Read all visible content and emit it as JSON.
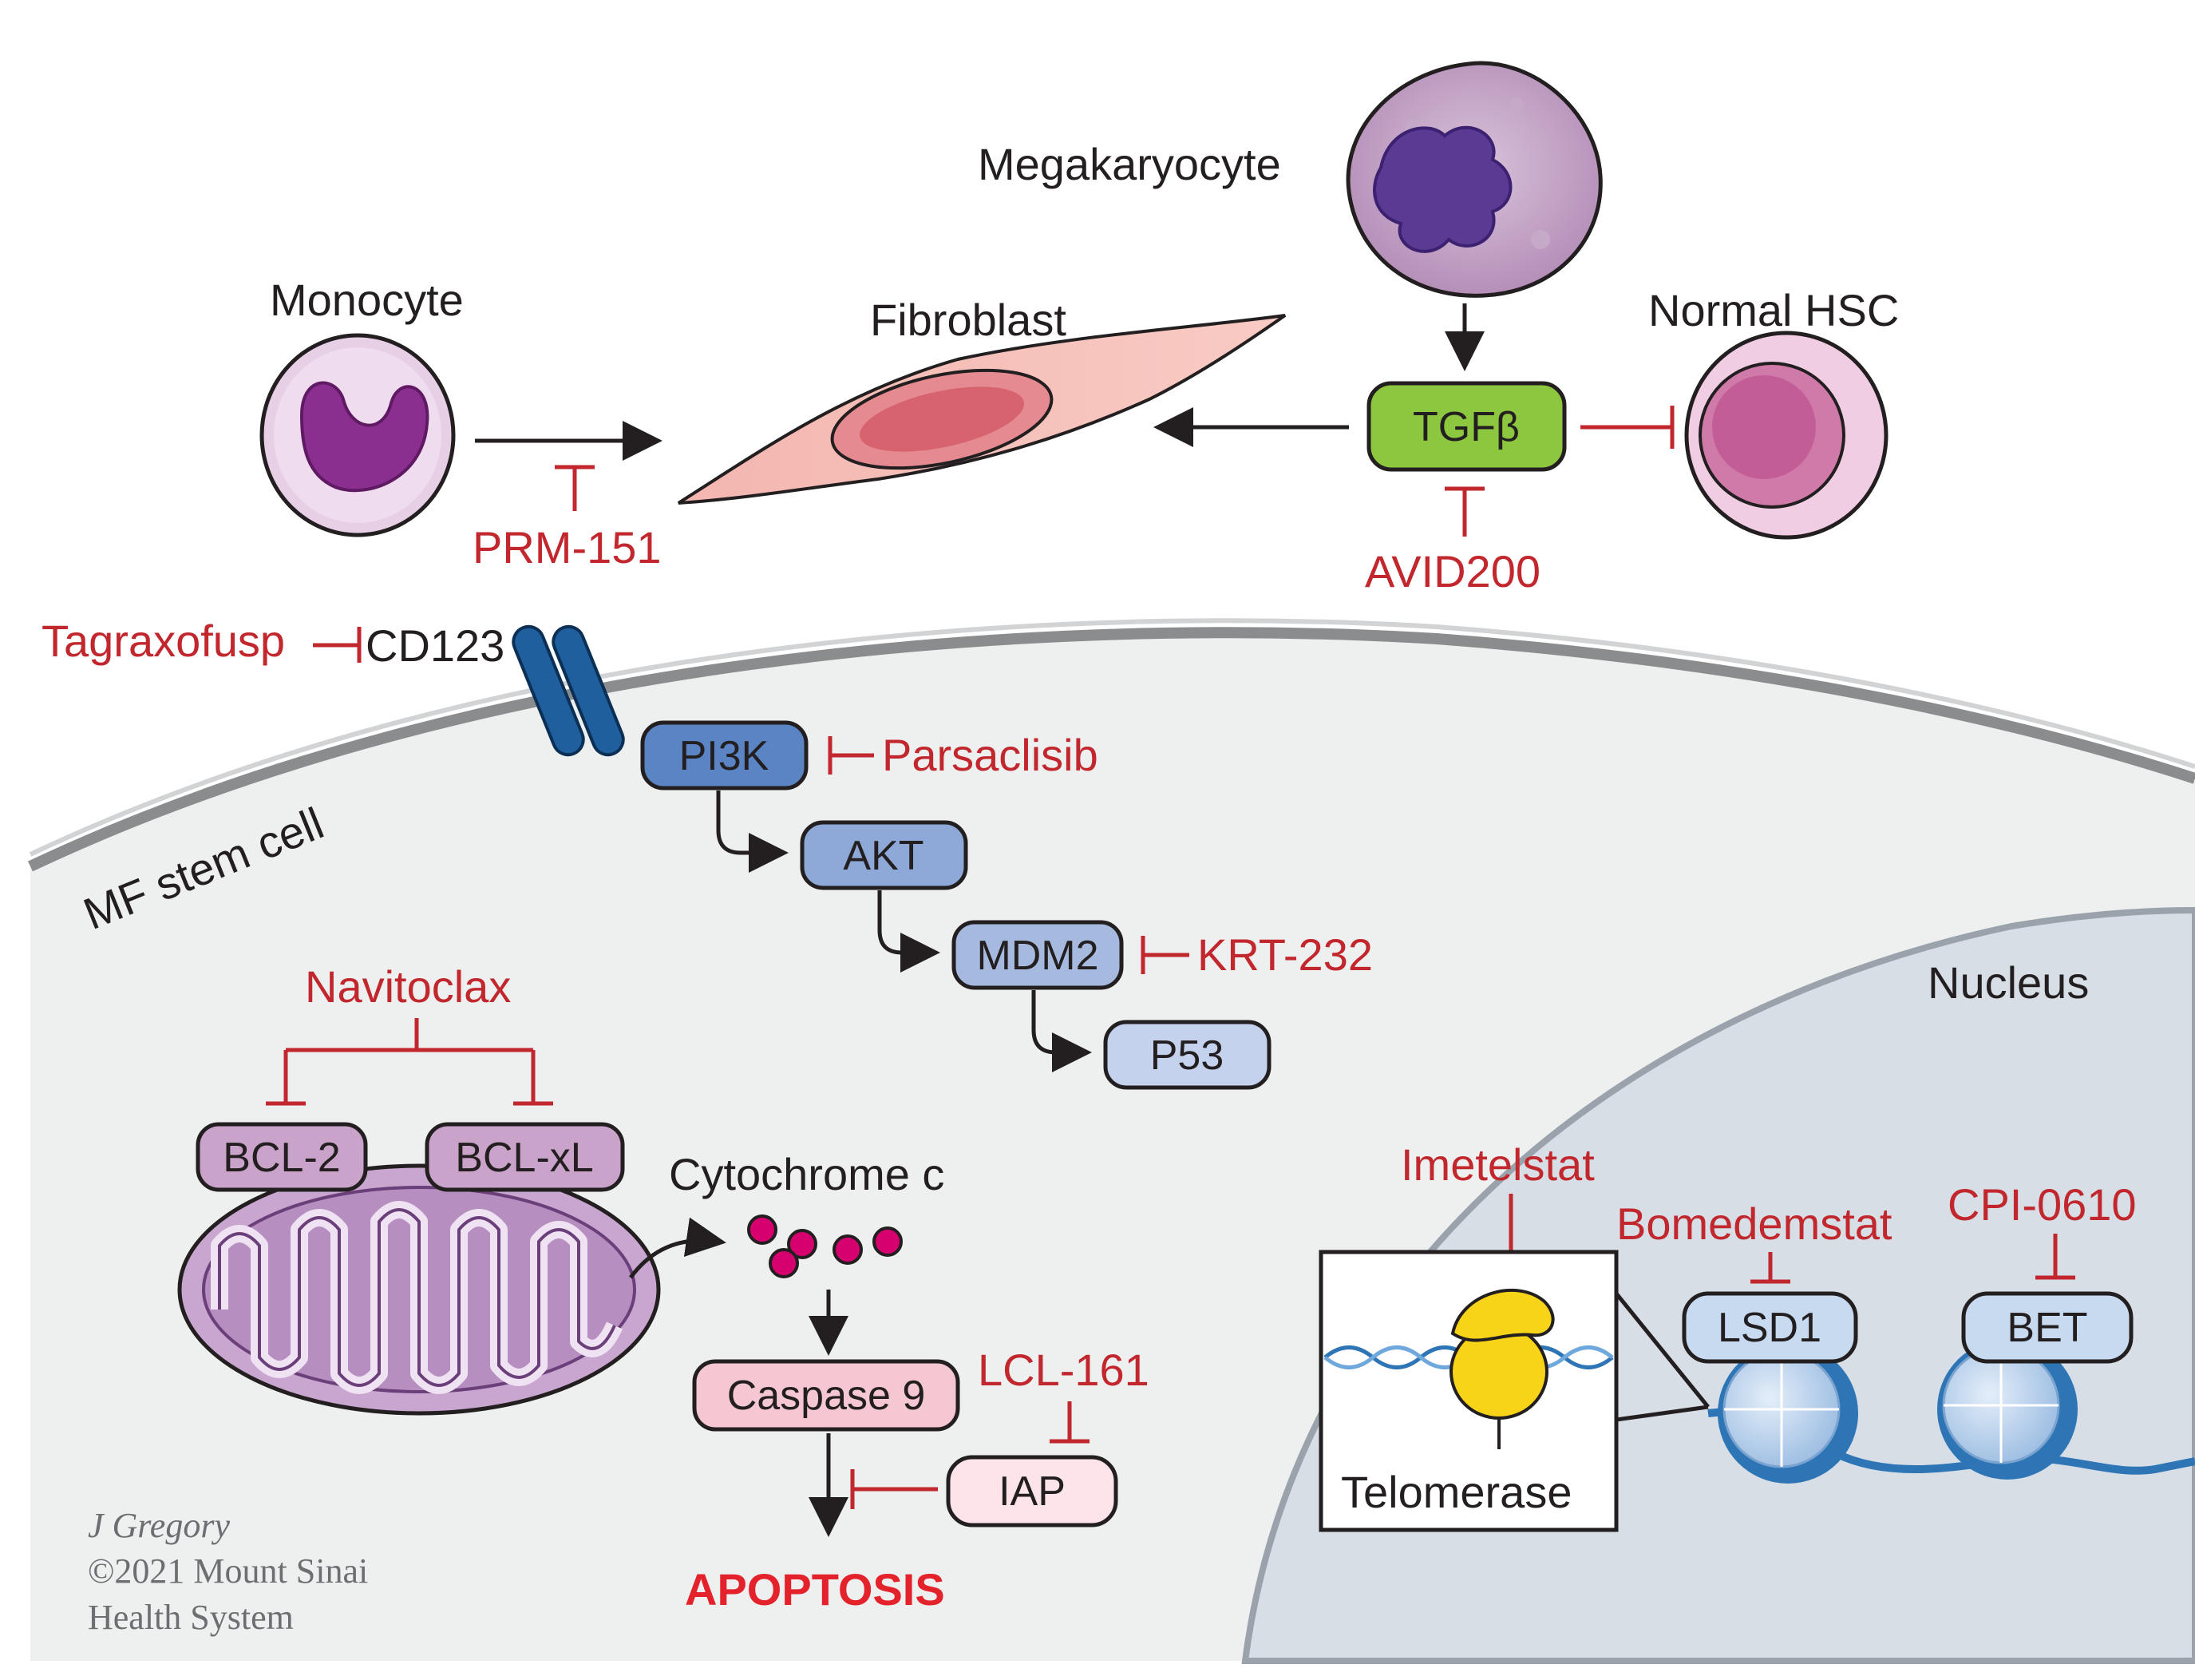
{
  "cells": {
    "megakaryocyte": "Megakaryocyte",
    "monocyte": "Monocyte",
    "fibroblast": "Fibroblast",
    "normal_hsc": "Normal HSC",
    "mf_stem_cell": "MF stem cell",
    "nucleus": "Nucleus"
  },
  "nodes": {
    "tgfb": "TGFβ",
    "cd123": "CD123",
    "pi3k": "PI3K",
    "akt": "AKT",
    "mdm2": "MDM2",
    "p53": "P53",
    "bcl2": "BCL-2",
    "bclxl": "BCL-xL",
    "cytochrome_c": "Cytochrome c",
    "caspase9": "Caspase 9",
    "iap": "IAP",
    "apoptosis": "APOPTOSIS",
    "telomerase": "Telomerase",
    "lsd1": "LSD1",
    "bet": "BET"
  },
  "drugs": {
    "prm151": "PRM-151",
    "avid200": "AVID200",
    "tagraxofusp": "Tagraxofusp",
    "parsaclisib": "Parsaclisib",
    "krt232": "KRT-232",
    "navitoclax": "Navitoclax",
    "lcl161": "LCL-161",
    "imetelstat": "Imetelstat",
    "bomedemstat": "Bomedemstat",
    "cpi0610": "CPI-0610"
  },
  "credit": {
    "author": "J Gregory",
    "copyright": "©2021 Mount Sinai",
    "org": "Health System"
  },
  "colors": {
    "inhibitor": "#c1272d",
    "apoptosis": "#e4222b",
    "tgfb_fill": "#8dc63f",
    "pathway_dark": "#5b84c4",
    "pathway_mid": "#8ea8d8",
    "pathway_light": "#c5d2ee",
    "bcl_fill": "#c9a3c9",
    "caspase_fill": "#f5c7d3",
    "iap_fill": "#fde4ea",
    "nuc_fill": "#d7dee6",
    "cell_fill": "#eeefef",
    "receptor": "#1f5f9e",
    "cyto_c": "#d6006f",
    "telomerase": "#f7d417",
    "histone": "#c7daf0",
    "dna": "#2e75b6"
  },
  "icons": [
    "megakaryocyte-cell-icon",
    "monocyte-cell-icon",
    "fibroblast-cell-icon",
    "hsc-cell-icon",
    "mitochondrion-icon",
    "receptor-icon",
    "dna-helix-icon",
    "telomerase-icon",
    "nucleosome-icon"
  ]
}
